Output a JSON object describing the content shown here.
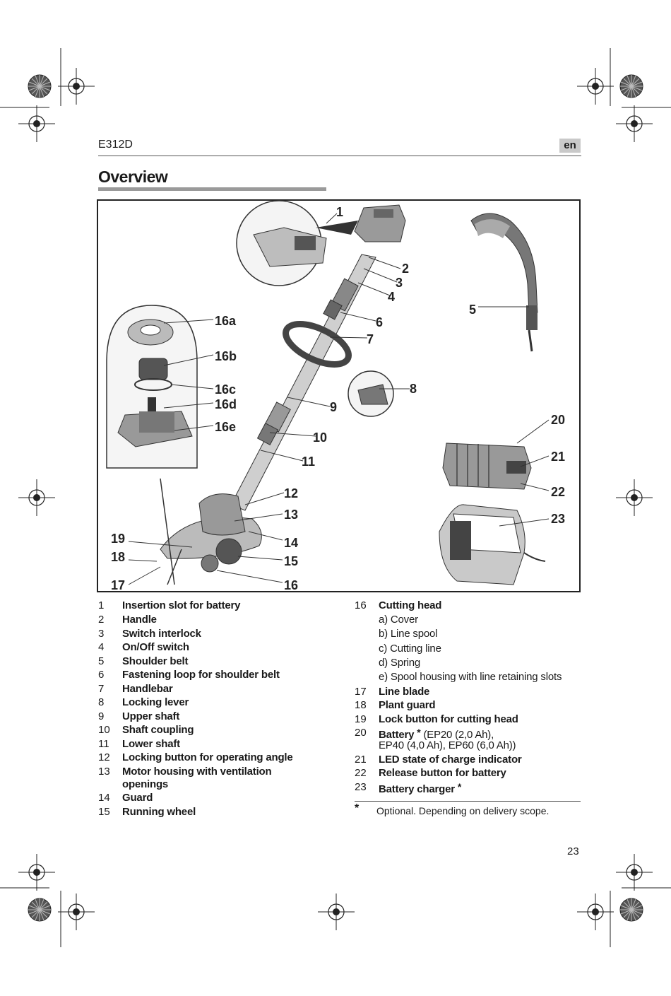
{
  "header": {
    "model": "E312D",
    "language": "en"
  },
  "title": "Overview",
  "figure_callouts": [
    "1",
    "2",
    "3",
    "4",
    "5",
    "6",
    "7",
    "8",
    "9",
    "10",
    "11",
    "12",
    "13",
    "14",
    "15",
    "16",
    "16a",
    "16b",
    "16c",
    "16d",
    "16e",
    "17",
    "18",
    "19",
    "20",
    "21",
    "22",
    "23"
  ],
  "legend_left": [
    {
      "num": "1",
      "label": "Insertion slot for battery"
    },
    {
      "num": "2",
      "label": "Handle"
    },
    {
      "num": "3",
      "label": "Switch interlock"
    },
    {
      "num": "4",
      "label": "On/Off switch"
    },
    {
      "num": "5",
      "label": "Shoulder belt"
    },
    {
      "num": "6",
      "label": "Fastening loop for shoulder belt"
    },
    {
      "num": "7",
      "label": "Handlebar"
    },
    {
      "num": "8",
      "label": "Locking lever"
    },
    {
      "num": "9",
      "label": "Upper shaft"
    },
    {
      "num": "10",
      "label": "Shaft coupling"
    },
    {
      "num": "11",
      "label": "Lower shaft"
    },
    {
      "num": "12",
      "label": "Locking button for operating angle"
    },
    {
      "num": "13",
      "label": "Motor housing with ventilation",
      "label2": "openings"
    },
    {
      "num": "14",
      "label": "Guard"
    },
    {
      "num": "15",
      "label": "Running wheel"
    }
  ],
  "legend_right": {
    "item16": {
      "num": "16",
      "label": "Cutting head"
    },
    "sub16": [
      "a) Cover",
      "b) Line spool",
      "c) Cutting line",
      "d) Spring",
      "e) Spool housing with line retaining slots"
    ],
    "items": [
      {
        "num": "17",
        "label": "Line blade"
      },
      {
        "num": "18",
        "label": "Plant guard"
      },
      {
        "num": "19",
        "label": "Lock button for cutting head"
      }
    ],
    "item20": {
      "num": "20",
      "label": "Battery",
      "star": "*",
      "detail1": " (EP20 (2,0 Ah),",
      "detail2": "EP40 (4,0 Ah), EP60 (6,0 Ah))"
    },
    "items2": [
      {
        "num": "21",
        "label": "LED state of charge indicator"
      },
      {
        "num": "22",
        "label": "Release button for battery"
      }
    ],
    "item23": {
      "num": "23",
      "label": "Battery charger",
      "star": "*"
    }
  },
  "footnote": {
    "symbol": "*",
    "text": "Optional. Depending on delivery scope."
  },
  "page_number": "23"
}
